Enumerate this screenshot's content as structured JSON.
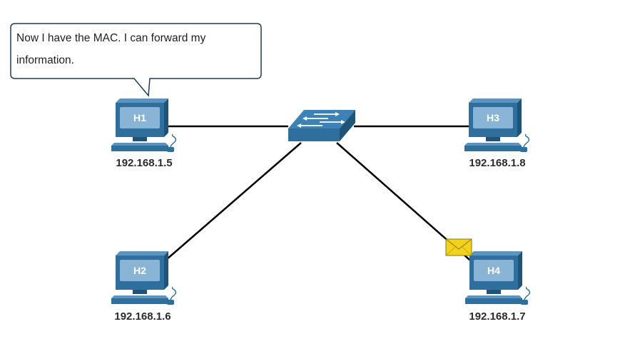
{
  "speech_bubble": {
    "line1": "Now I have the MAC. I can forward my",
    "line2": "information."
  },
  "hosts": {
    "h1": {
      "name": "H1",
      "ip": "192.168.1.5"
    },
    "h2": {
      "name": "H2",
      "ip": "192.168.1.6"
    },
    "h3": {
      "name": "H3",
      "ip": "192.168.1.8"
    },
    "h4": {
      "name": "H4",
      "ip": "192.168.1.7"
    }
  },
  "colors": {
    "device_blue": "#2e6f9e",
    "device_dark": "#1f5478",
    "screen_light": "#8ab4d6",
    "envelope": "#f2d21b",
    "link": "#000000"
  },
  "icons": {
    "host": "pc-icon",
    "switch": "switch-icon",
    "packet": "envelope-icon"
  }
}
